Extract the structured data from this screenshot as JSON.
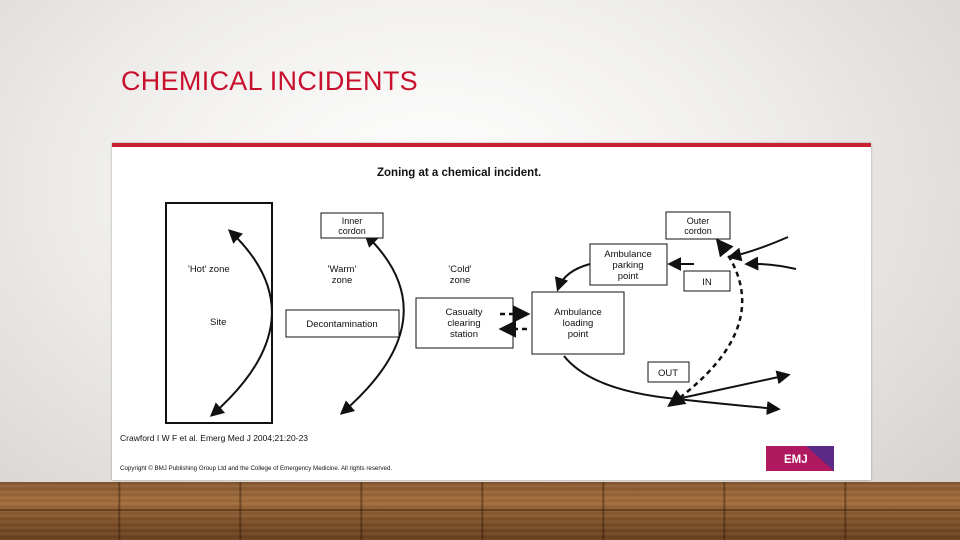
{
  "slide": {
    "title": "CHEMICAL INCIDENTS"
  },
  "figure": {
    "title": "Zoning at a chemical incident.",
    "boxes": {
      "inner_cordon": [
        "Inner",
        "cordon"
      ],
      "outer_cordon": [
        "Outer",
        "cordon"
      ],
      "decontamination": "Decontamination",
      "casualty_clearing": [
        "Casualty",
        "clearing",
        "station"
      ],
      "ambulance_loading": [
        "Ambulance",
        "loading",
        "point"
      ],
      "ambulance_parking": [
        "Ambulance",
        "parking",
        "point"
      ],
      "in": "IN",
      "out": "OUT"
    },
    "zones": {
      "hot": "'Hot' zone",
      "site": "Site",
      "warm": [
        "'Warm'",
        "zone"
      ],
      "cold": [
        "'Cold'",
        "zone"
      ]
    },
    "citation": "Crawford I W F et al. Emerg Med J 2004;21:20-23",
    "copyright": "Copyright © BMJ Publishing Group Ltd and the College of Emergency Medicine. All rights reserved.",
    "logo_text": "EMJ",
    "colors": {
      "accent_red": "#c8102e",
      "logo_bg": "#b0195f"
    }
  }
}
